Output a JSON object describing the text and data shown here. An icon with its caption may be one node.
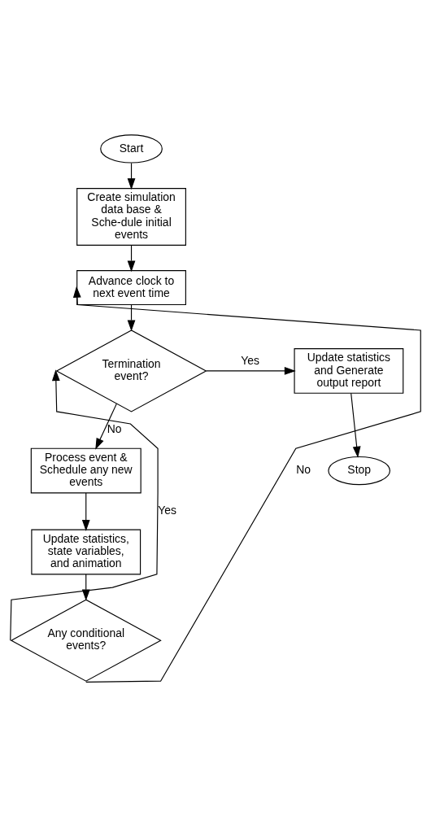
{
  "diagram": {
    "nodes": [
      {
        "text": [
          "Start"
        ]
      },
      {
        "text": [
          "Create simulation data base & Sche-dule initial events"
        ]
      },
      {
        "text": [
          "Advance clock to next event time"
        ]
      },
      {
        "text": [
          "Termination event?"
        ]
      },
      {
        "text": [
          "Update statistics and Generate output report"
        ]
      },
      {
        "text": [
          "Stop"
        ]
      },
      {
        "text": [
          "Process event & Schedule any new events"
        ]
      },
      {
        "text": [
          "Update statistics, state variables, and animation"
        ]
      },
      {
        "text": [
          "Any conditional events?"
        ]
      }
    ],
    "edges": [
      {
        "from": 0,
        "to": 1,
        "arrow": "to"
      },
      {
        "from": 1,
        "to": 2,
        "arrow": "to"
      },
      {
        "from": 2,
        "to": 3,
        "arrow": "to"
      },
      {
        "from": 3,
        "to": 4,
        "arrow": "to",
        "label": "Yes"
      },
      {
        "from": 4,
        "to": 5,
        "arrow": "to"
      },
      {
        "from": 3,
        "to": 6,
        "arrow": "to",
        "label": "No"
      },
      {
        "from": 6,
        "to": 7,
        "arrow": "to"
      },
      {
        "from": 7,
        "to": 8,
        "arrow": "to"
      },
      {
        "from": 8,
        "to": 3,
        "arrow": "to",
        "label": "Yes"
      },
      {
        "from": 8,
        "to": 2,
        "arrow": "to",
        "label": "No"
      }
    ]
  }
}
